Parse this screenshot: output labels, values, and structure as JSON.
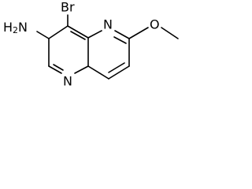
{
  "molecule": {
    "atoms": {
      "bromine": "Br",
      "amine": "H",
      "amine_subscript": "2",
      "amine_nitrogen": "N",
      "ring_nitrogen_top": "N",
      "ring_nitrogen_bottom": "N",
      "methoxy_oxygen": "O"
    }
  }
}
